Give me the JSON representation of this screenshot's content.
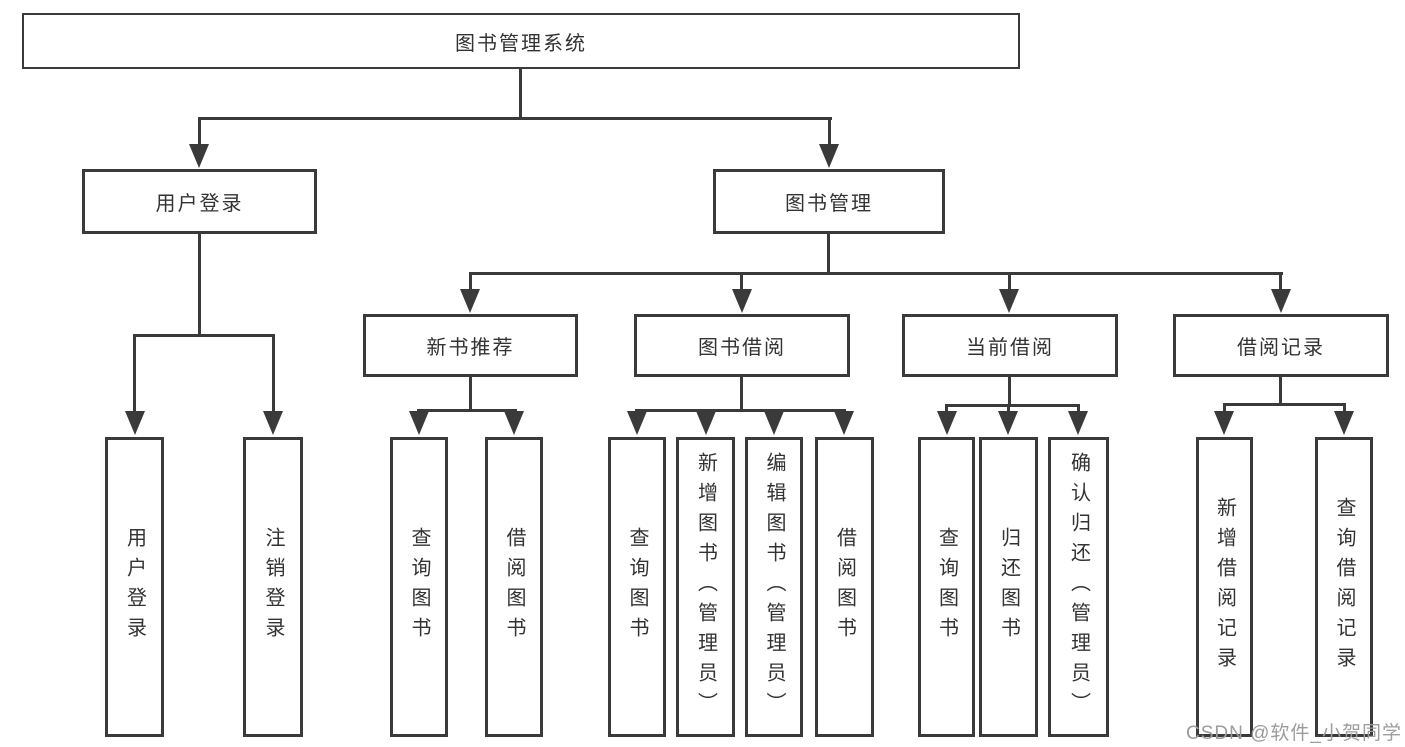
{
  "tree": {
    "label": "图书管理系统",
    "children": [
      {
        "label": "用户登录",
        "children": [
          {
            "label": "用户登录"
          },
          {
            "label": "注销登录"
          }
        ]
      },
      {
        "label": "图书管理",
        "children": [
          {
            "label": "新书推荐",
            "children": [
              {
                "label": "查询图书"
              },
              {
                "label": "借阅图书"
              }
            ]
          },
          {
            "label": "图书借阅",
            "children": [
              {
                "label": "查询图书"
              },
              {
                "label": "新增图书（管理员）"
              },
              {
                "label": "编辑图书（管理员）"
              },
              {
                "label": "借阅图书"
              }
            ]
          },
          {
            "label": "当前借阅",
            "children": [
              {
                "label": "查询图书"
              },
              {
                "label": "归还图书"
              },
              {
                "label": "确认归还（管理员）"
              }
            ]
          },
          {
            "label": "借阅记录",
            "children": [
              {
                "label": "新增借阅记录"
              },
              {
                "label": "查询借阅记录"
              }
            ]
          }
        ]
      }
    ]
  },
  "watermark": {
    "text": "CSDN @软件_小贺同学"
  },
  "colors": {
    "line": "#3a3a3a",
    "text": "#333333",
    "watermark": "#9c9c9c"
  }
}
